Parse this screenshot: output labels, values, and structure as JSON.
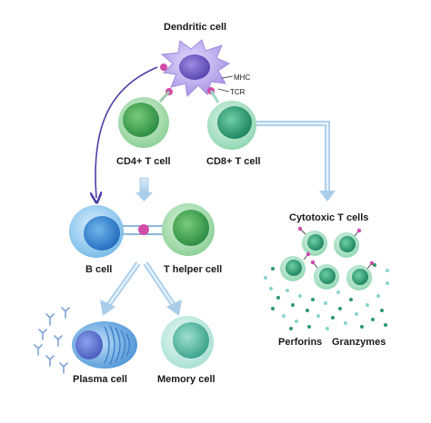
{
  "labels": {
    "dendritic_cell": "Dendritic cell",
    "mhc": "MHC",
    "tcr": "TCR",
    "cd4_t_cell": "CD4+ T cell",
    "cd8_t_cell": "CD8+ T cell",
    "cytotoxic_t_cells": "Cytotoxic T cells",
    "b_cell": "B cell",
    "t_helper_cell": "T helper cell",
    "plasma_cell": "Plasma cell",
    "memory_cell": "Memory cell",
    "perforins": "Perforins",
    "granzymes": "Granzymes"
  },
  "colors": {
    "dendritic_body": "#b7a6e6",
    "dendritic_nucleus": "#7b69c9",
    "b_cell_body": "#8ec9ee",
    "b_cell_nucleus": "#3c8ad6",
    "green_body": "#a9dcb0",
    "green_nucleus": "#46b35a",
    "cyan_body": "#c9ece6",
    "cyan_nucleus": "#64bfae",
    "plasma_body": "#5fa8e0",
    "plasma_nucleus": "#6f86d8",
    "magenta_receptor": "#d24ca7",
    "arrow_blue": "#bcd9f0",
    "arrow_purple": "#4a3fa7",
    "antibody": "#7fa4d6",
    "granule_dark": "#2d9a6a",
    "granule_light": "#8ad3cf"
  }
}
